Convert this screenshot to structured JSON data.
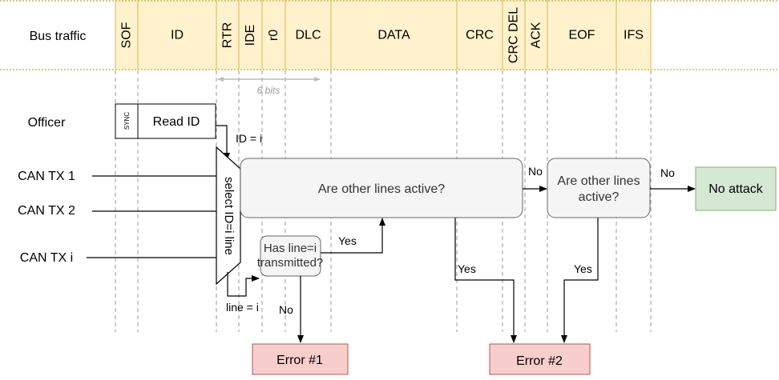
{
  "colors": {
    "bus_fill": "#fff2cc",
    "bus_stroke": "#d6b656",
    "green_fill": "#d5e8d4",
    "green_stroke": "#82b366",
    "red_fill": "#f8cecc",
    "red_stroke": "#b85450",
    "box_fill": "#f5f5f5",
    "box_stroke": "#666666",
    "line": "#000000"
  },
  "bus": {
    "row_label": "Bus traffic",
    "fields": [
      "SOF",
      "ID",
      "RTR",
      "IDE",
      "r0",
      "DLC",
      "DATA",
      "CRC",
      "CRC DEL",
      "ACK",
      "EOF",
      "IFS"
    ],
    "span_label": "6 bits"
  },
  "officer": {
    "label": "Officer",
    "sync_label": "SYNC",
    "read_label": "Read ID",
    "id_label": "ID = i"
  },
  "inputs": [
    "CAN TX 1",
    "CAN TX 2",
    "CAN TX i"
  ],
  "mux": {
    "label": "select ID=i line",
    "out_label": "line = i"
  },
  "decisions": {
    "active_main": "Are other lines active?",
    "transmitted_line1": "Has line=i",
    "transmitted_line2": "transmitted?",
    "active2_line1": "Are other lines",
    "active2_line2": "active?"
  },
  "edges": {
    "yes_transmitted": "Yes",
    "no_transmitted": "No",
    "yes_active_main": "Yes",
    "no_active_main": "No",
    "yes_active2": "Yes",
    "no_active2": "No"
  },
  "outcomes": {
    "no_attack": "No attack",
    "error1": "Error #1",
    "error2": "Error #2"
  }
}
